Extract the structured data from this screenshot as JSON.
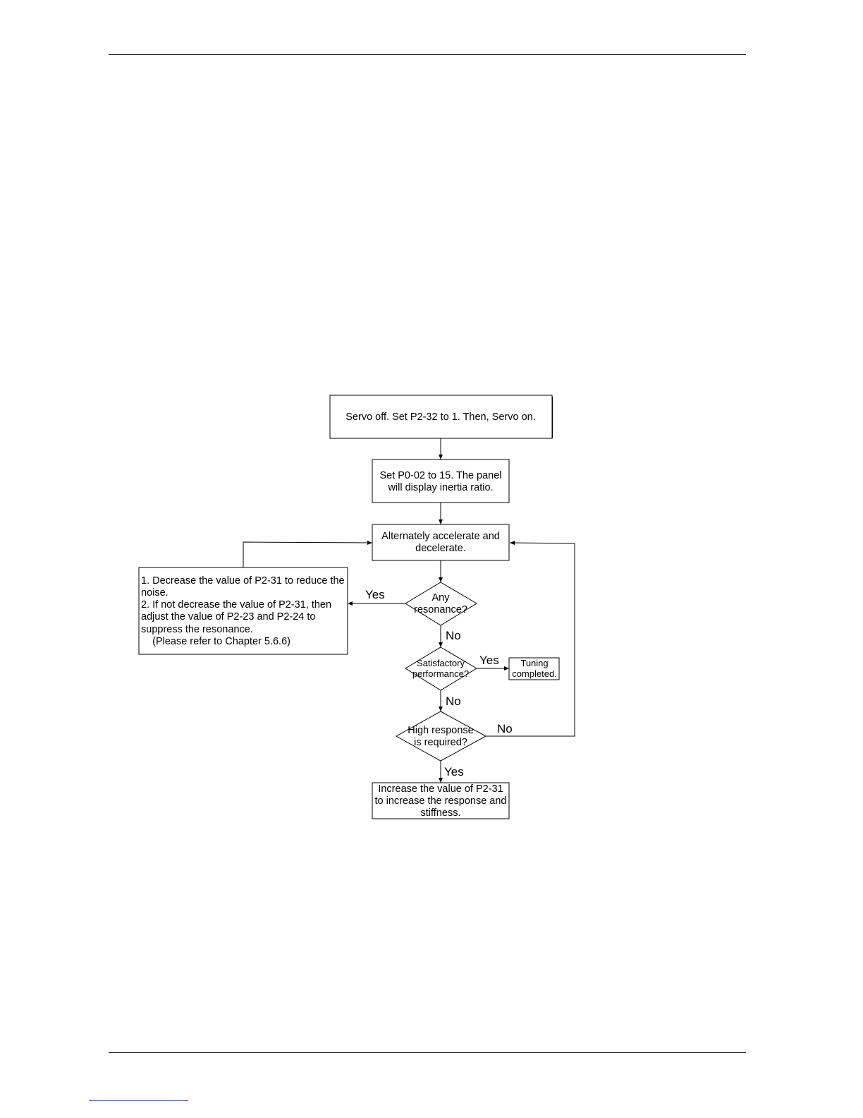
{
  "flowchart": {
    "nodes": {
      "servo_step": "Servo off. Set P2-32 to 1. Then, Servo on.",
      "panel_step": [
        "Set P0-02 to 15. The panel",
        "will display inertia ratio."
      ],
      "accel_step": [
        "Alternately accelerate and",
        "decelerate."
      ],
      "resonance_decision": [
        "Any",
        "resonance?"
      ],
      "satisfactory_decision": [
        "Satisfactory",
        "performance?"
      ],
      "tuning_done": [
        "Tuning",
        "completed."
      ],
      "high_response_decision": [
        "High response",
        "is required?"
      ],
      "increase_step": [
        "Increase the value of P2-31",
        "to increase the response and",
        "stiffness."
      ],
      "decrease_step": [
        "1. Decrease the value of P2-31 to reduce the",
        "noise.",
        "2. If not decrease the value of P2-31, then",
        "adjust the value of P2-23 and P2-24 to",
        "suppress the resonance.",
        "    (Please refer to Chapter 5.6.6)"
      ]
    },
    "edge_labels": {
      "resonance_yes": "Yes",
      "resonance_no": "No",
      "satisfactory_yes": "Yes",
      "satisfactory_no": "No",
      "high_response_no": "No",
      "high_response_yes": "Yes"
    }
  }
}
